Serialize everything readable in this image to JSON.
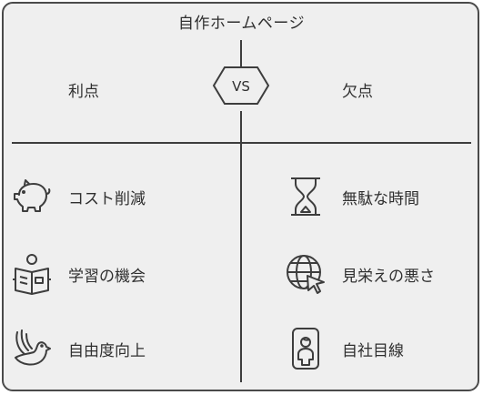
{
  "title": "自作ホームページ",
  "vs_label": "VS",
  "left": {
    "header": "利点",
    "items": [
      {
        "icon": "piggy-bank-icon",
        "label": "コスト削減"
      },
      {
        "icon": "book-reader-icon",
        "label": "学習の機会"
      },
      {
        "icon": "dove-icon",
        "label": "自由度向上"
      }
    ]
  },
  "right": {
    "header": "欠点",
    "items": [
      {
        "icon": "hourglass-icon",
        "label": "無駄な時間"
      },
      {
        "icon": "globe-cursor-icon",
        "label": "見栄えの悪さ"
      },
      {
        "icon": "person-badge-icon",
        "label": "自社目線"
      }
    ]
  },
  "colors": {
    "background": "#efefef",
    "stroke": "#3d3d3d",
    "text": "#2f2f2f"
  }
}
